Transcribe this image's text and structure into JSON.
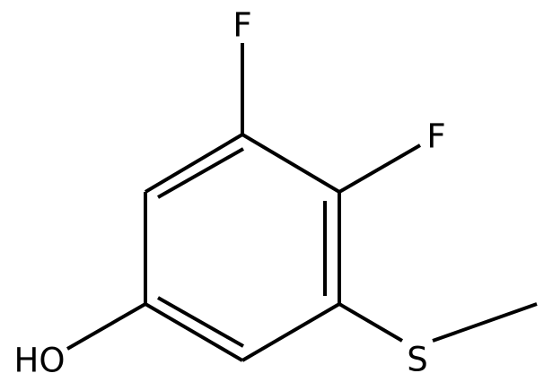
{
  "molecule": {
    "atoms": {
      "fluorine_top": "F",
      "fluorine_right": "F",
      "hydroxyl": "HO",
      "sulfur": "S"
    }
  },
  "colors": {
    "bond": "#000000",
    "label": "#000000",
    "background": "#ffffff"
  }
}
